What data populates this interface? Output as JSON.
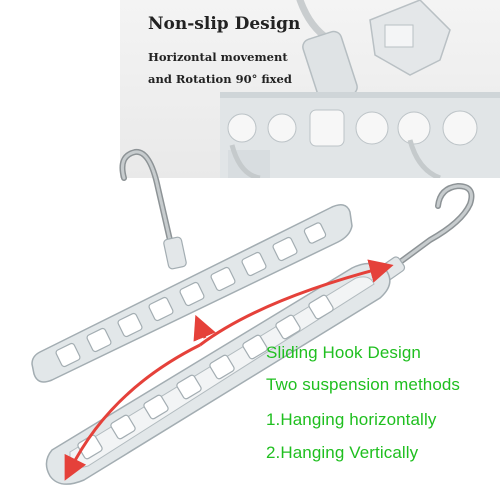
{
  "inset": {
    "title": "Non-slip Design",
    "line1": "Horizontal movement",
    "line2": "and Rotation 90° fixed"
  },
  "features": [
    "Sliding Hook Design",
    "Two suspension methods",
    "1.Hanging horizontally",
    "2.Hanging Vertically"
  ],
  "colors": {
    "hanger_frame": "#dfe4e6",
    "hanger_outline": "#a3adb2",
    "hook_metal": "#c2c6c8",
    "arrow": "#e5413a",
    "feature_text": "#1fbf1f"
  }
}
